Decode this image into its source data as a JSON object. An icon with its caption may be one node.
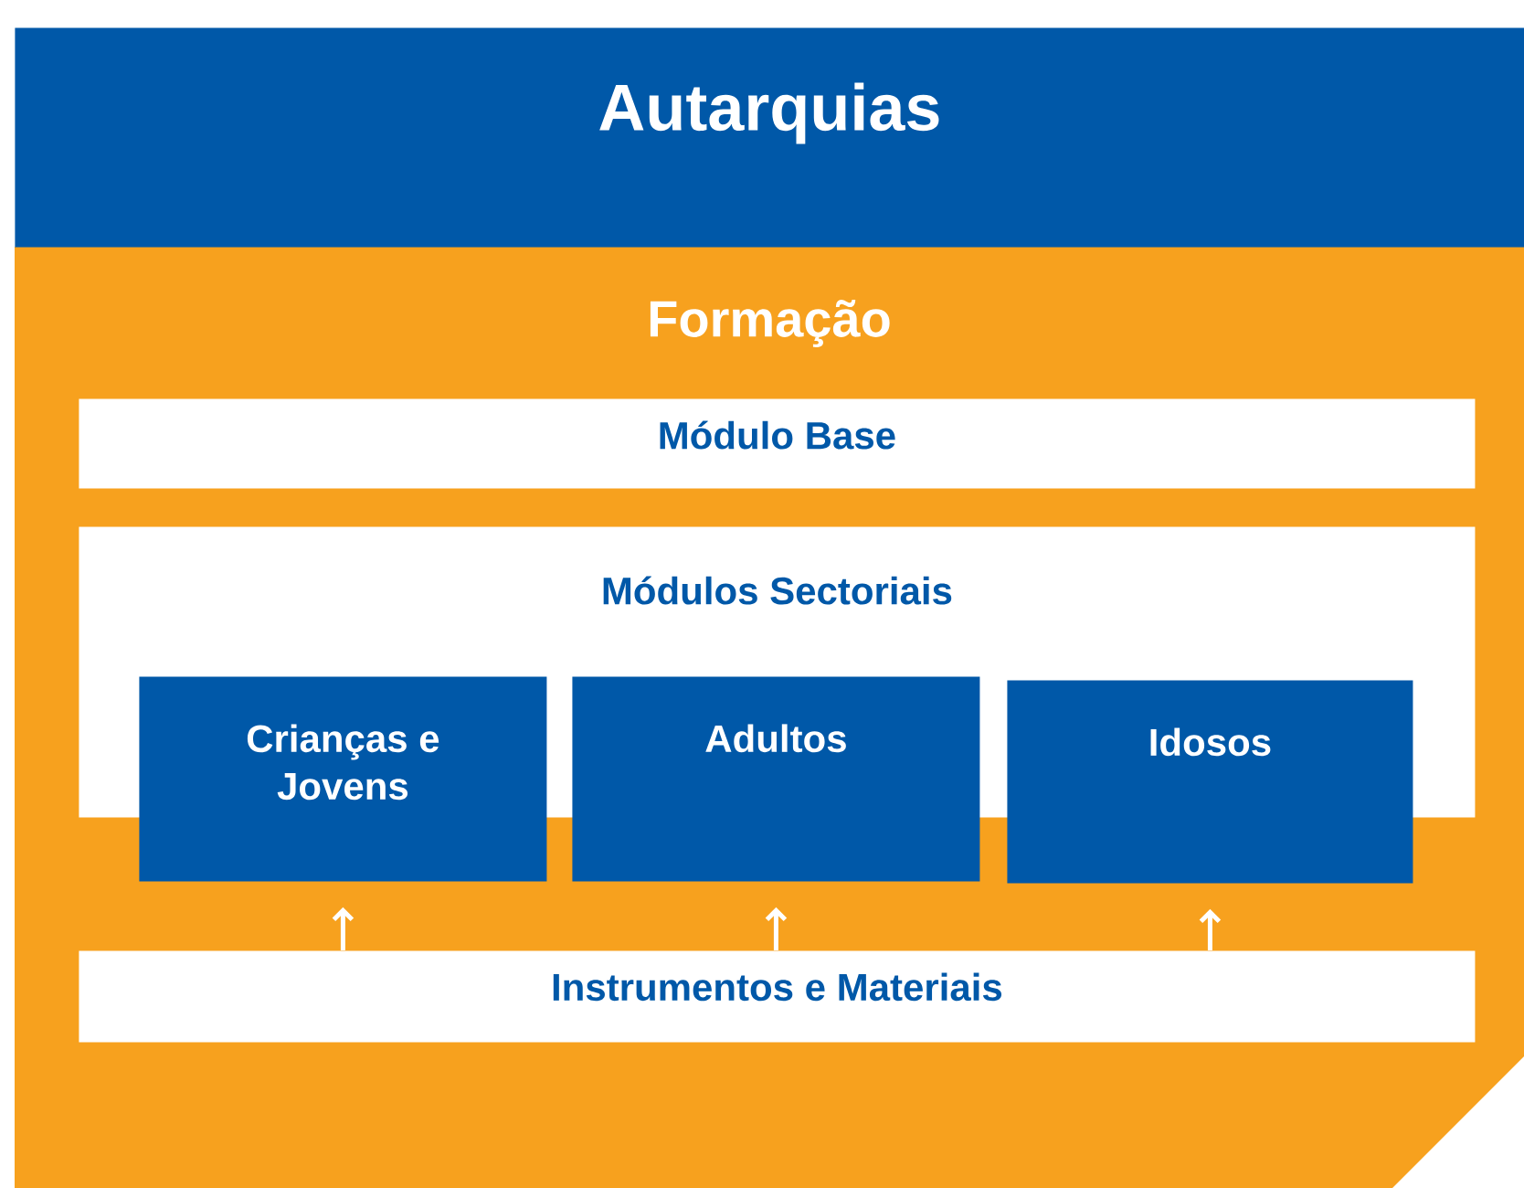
{
  "diagram": {
    "nodes": [
      {
        "text": [
          "Autarquias"
        ]
      },
      {
        "text": [
          "Formação"
        ]
      },
      {
        "text": [
          "Módulo Base"
        ],
        "in": 1
      },
      {
        "text": [
          "Módulos Sectoriais"
        ],
        "in": 1
      },
      {
        "text": [
          "Crianças e Jovens"
        ],
        "in": 1
      },
      {
        "text": [
          "Adultos"
        ],
        "in": 1
      },
      {
        "text": [
          "Idosos"
        ],
        "in": 1
      },
      {
        "text": [
          "Instrumentos e Materiais"
        ],
        "in": 1
      }
    ],
    "edges": [
      {
        "from": 7,
        "to": 4,
        "arrow": "to"
      },
      {
        "from": 7,
        "to": 5,
        "arrow": "to"
      },
      {
        "from": 7,
        "to": 6,
        "arrow": "to"
      }
    ]
  }
}
